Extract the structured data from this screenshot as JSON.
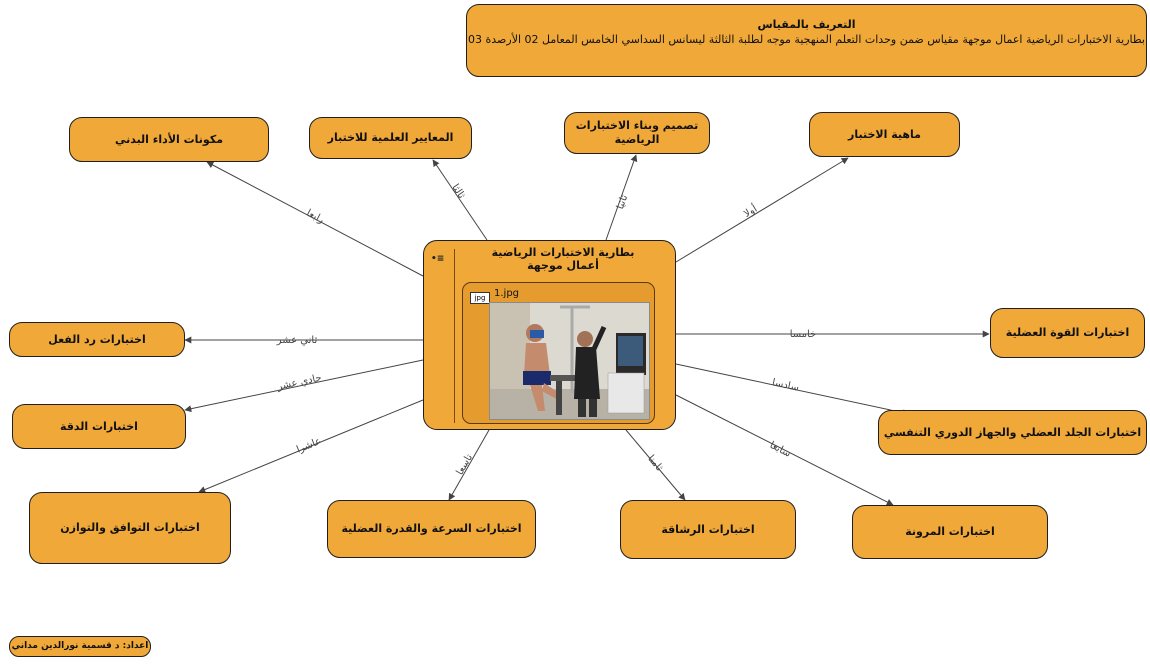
{
  "definition": {
    "title": "التعريف بالمقياس",
    "text": "بطارية الاختبارات الرياضية اعمال موجهة مقياس ضمن وحدات التعلم المنهجية موجه لطلبة الثالثة ليسانس السداسي الخامس المعامل 02  الأرصدة 03"
  },
  "central": {
    "menu_icon": "•≡",
    "title_line1": "بطارية الاختبارات الرياضية",
    "title_line2": "أعمال موجهة",
    "attachment": {
      "badge": "jpg",
      "filename": "1.jpg"
    }
  },
  "nodes": {
    "n1": "ماهية الاختبار",
    "n2": "تصميم وبناء الاختبارات الرياضية",
    "n3": "المعايير العلمية للاختبار",
    "n4": "مكونات الأداء البدني",
    "n5": "اختبارات القوة العضلية",
    "n6": "اختبارات الجلد العضلي والجهاز الدوري التنفسي",
    "n7": "اختبارات المرونة",
    "n8": "اختبارات الرشاقة",
    "n9": "اختبارات السرعة والقدرة العضلية",
    "n10": "اختبارات التوافق والتوازن",
    "n11": "اختبارات الدقة",
    "n12": "اختبارات رد الفعل"
  },
  "edge_labels": {
    "e1": "أولا",
    "e2": "ثانيا",
    "e3": "ثالثا",
    "e4": "رابعا",
    "e5": "خامسا",
    "e6": "سادسا",
    "e7": "سابعا",
    "e8": "ثامنا",
    "e9": "تاسعا",
    "e10": "عاشرا",
    "e11": "حادي عشر",
    "e12": "ثاني عشر"
  },
  "credit": "اعداد: د قسمية نورالدين مداني",
  "colors": {
    "node_fill": "#f0a838",
    "node_border": "#1f1f1f",
    "line": "#444444"
  }
}
